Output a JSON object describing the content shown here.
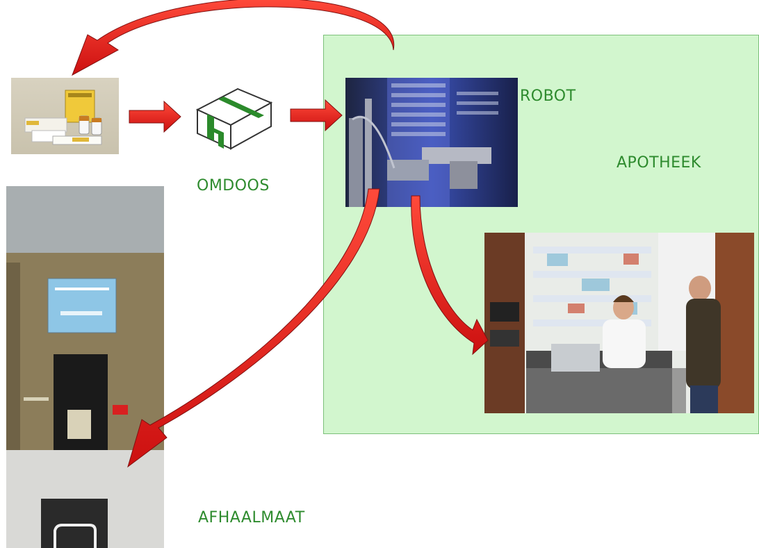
{
  "labels": {
    "omdoos": "OMDOOS",
    "robot": "ROBOT",
    "apotheek": "APOTHEEK",
    "afhaalmaat": "AFHAALMAAT"
  },
  "colors": {
    "zone": "#d2f6ce",
    "label": "#2e8b2e",
    "arrow": "#e41c1c"
  },
  "icons": {
    "box": "box-icon"
  }
}
